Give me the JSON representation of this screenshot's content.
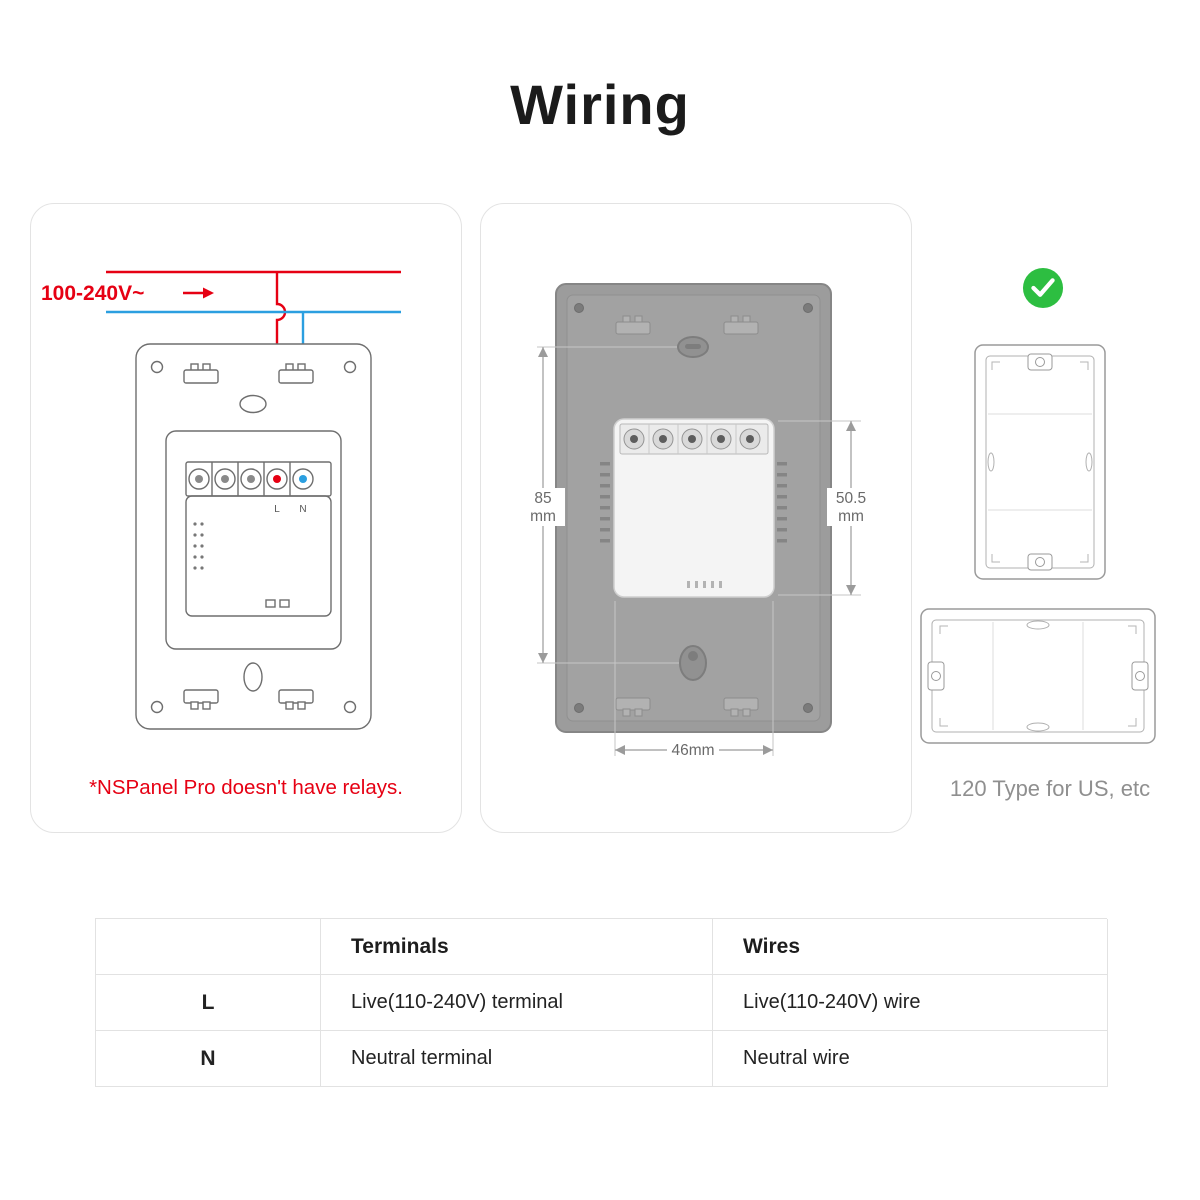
{
  "title": "Wiring",
  "colors": {
    "live": "#e60013",
    "neutral": "#2b9fe0",
    "check": "#2dbe41",
    "note": "#e60013"
  },
  "left_panel": {
    "voltage_label": "100-240V~",
    "terminal_l": "L",
    "terminal_n": "N",
    "note": "*NSPanel Pro doesn't have relays."
  },
  "middle_panel": {
    "dim_height_value": "85",
    "dim_height_unit": "mm",
    "dim_side_value": "50.5",
    "dim_side_unit": "mm",
    "dim_width": "46mm"
  },
  "right_panel": {
    "caption": "120 Type for US, etc"
  },
  "table": {
    "header_terminals": "Terminals",
    "header_wires": "Wires",
    "rows": [
      {
        "key": "L",
        "terminal": "Live(110-240V) terminal",
        "wire": "Live(110-240V) wire"
      },
      {
        "key": "N",
        "terminal": "Neutral terminal",
        "wire": "Neutral wire"
      }
    ]
  }
}
